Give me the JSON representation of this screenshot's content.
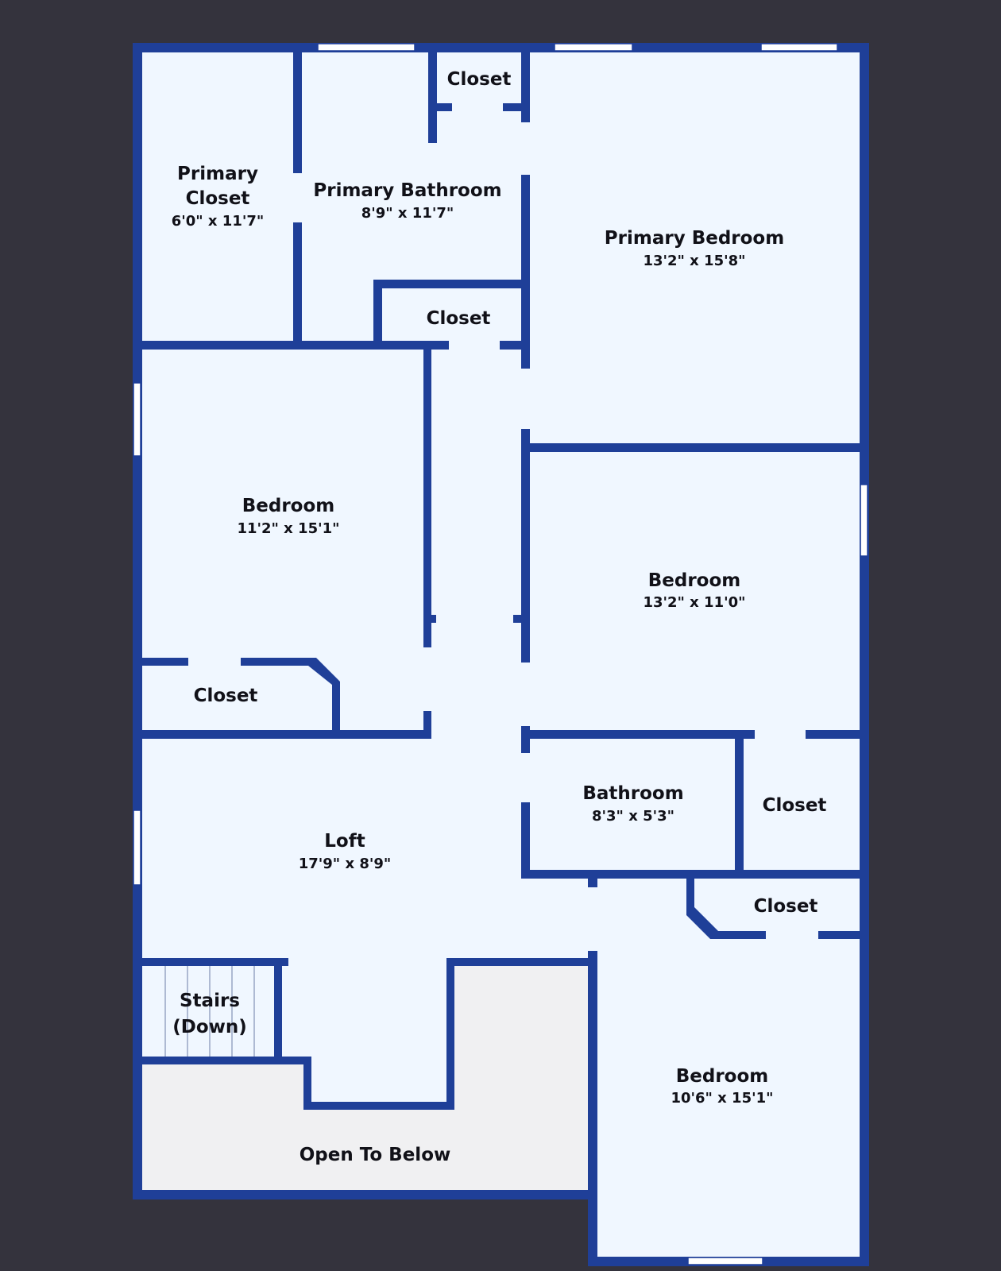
{
  "colors": {
    "background": "#34333d",
    "wall": "#1f3f98",
    "room_fill": "#f0f7ff",
    "open_to_below_fill": "#f0f0f2",
    "window_fill": "#ffffff",
    "text": "#111118"
  },
  "rooms": {
    "primary_closet": {
      "name_line1": "Primary",
      "name_line2": "Closet",
      "dims": "6'0\" x 11'7\""
    },
    "primary_bathroom": {
      "name": "Primary Bathroom",
      "dims": "8'9\" x 11'7\""
    },
    "closet_top": {
      "name": "Closet"
    },
    "primary_bedroom": {
      "name": "Primary Bedroom",
      "dims": "13'2\" x 15'8\""
    },
    "closet_bath": {
      "name": "Closet"
    },
    "bedroom_left": {
      "name": "Bedroom",
      "dims": "11'2\" x 15'1\""
    },
    "closet_left": {
      "name": "Closet"
    },
    "bedroom_right": {
      "name": "Bedroom",
      "dims": "13'2\" x 11'0\""
    },
    "bathroom": {
      "name": "Bathroom",
      "dims": "8'3\" x 5'3\""
    },
    "closet_right": {
      "name": "Closet"
    },
    "loft": {
      "name": "Loft",
      "dims": "17'9\" x 8'9\""
    },
    "closet_lower": {
      "name": "Closet"
    },
    "stairs": {
      "name_line1": "Stairs",
      "name_line2": "(Down)"
    },
    "bedroom_bottom": {
      "name": "Bedroom",
      "dims": "10'6\" x 15'1\""
    },
    "open_to_below": {
      "name": "Open To Below"
    }
  }
}
